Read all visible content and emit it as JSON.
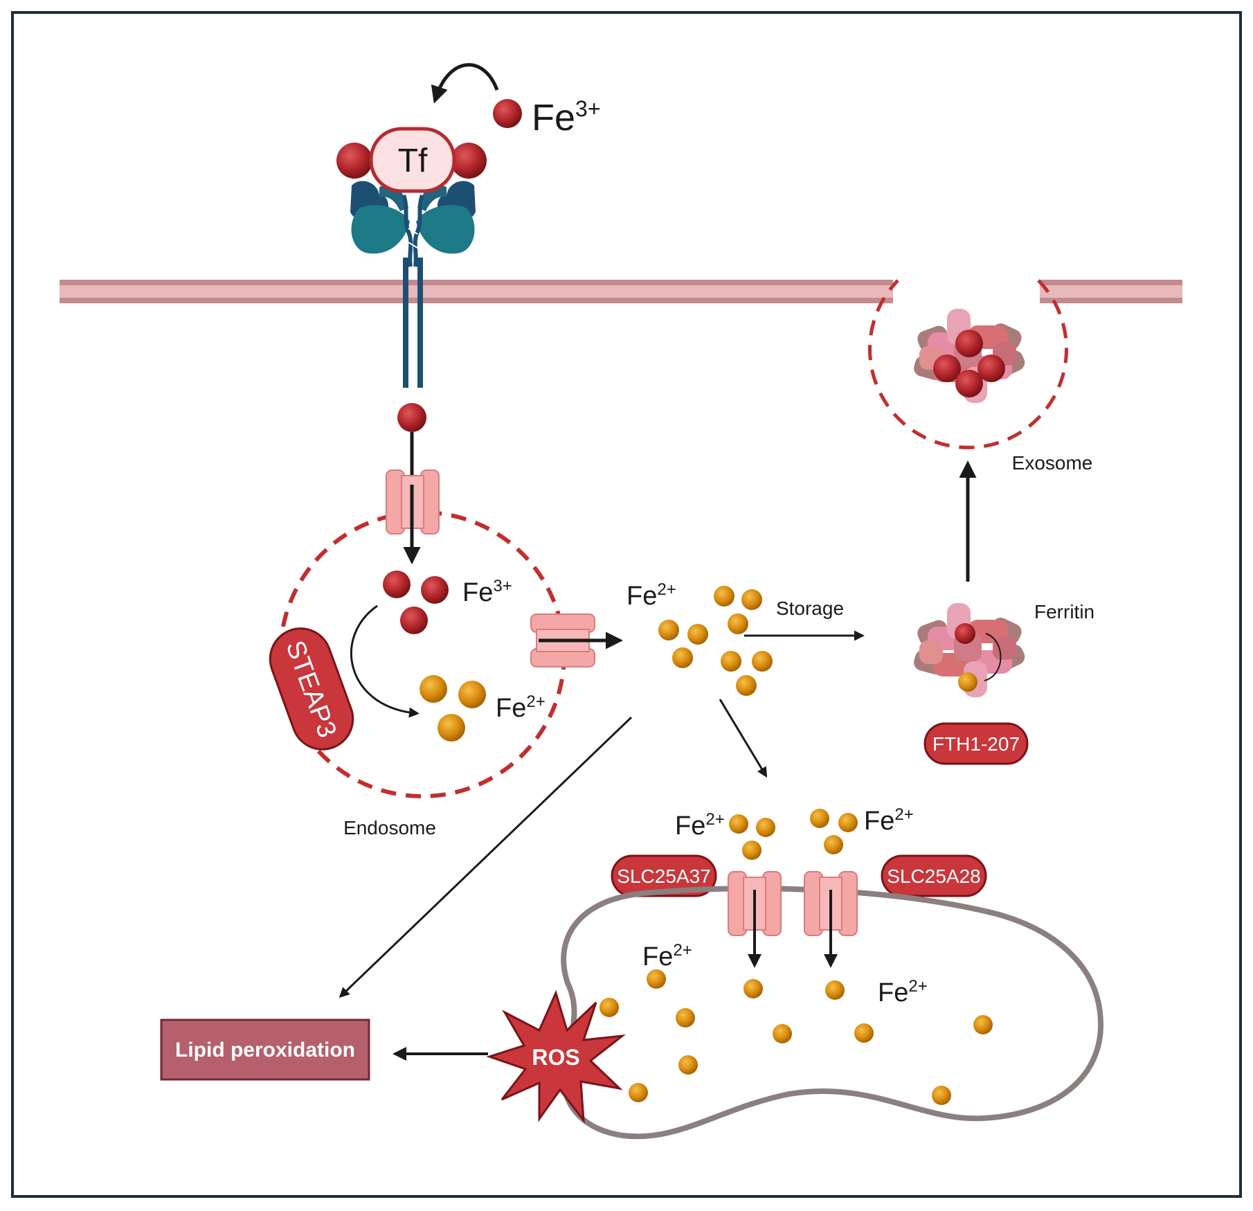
{
  "labels": {
    "fe3_top": {
      "base": "Fe",
      "sup": "3+"
    },
    "tf": "Tf",
    "fe3_endosome": {
      "base": "Fe",
      "sup": "3+"
    },
    "fe2_endosome": {
      "base": "Fe",
      "sup": "2+"
    },
    "steap3": "STEAP3",
    "endosome": "Endosome",
    "fe2_cytosol": {
      "base": "Fe",
      "sup": "2+"
    },
    "storage": "Storage",
    "ferritin": "Ferritin",
    "exosome": "Exosome",
    "fth1": "FTH1-207",
    "fe2_mito_left": {
      "base": "Fe",
      "sup": "2+"
    },
    "fe2_mito_right": {
      "base": "Fe",
      "sup": "2+"
    },
    "slc25a37": "SLC25A37",
    "slc25a28": "SLC25A28",
    "fe2_matrix_left": {
      "base": "Fe",
      "sup": "2+"
    },
    "fe2_matrix_right": {
      "base": "Fe",
      "sup": "2+"
    },
    "ros": "ROS",
    "lipid": "Lipid peroxidation"
  },
  "colors": {
    "fe3": "#b0262b",
    "fe2": "#d98c0e",
    "membrane": "#c98a8e",
    "channel": "#f4a7a7",
    "receptor_dark": "#1d4f73",
    "receptor_teal": "#1c7a86",
    "label_box": "#c9363b",
    "lipid_box": "#b5606c",
    "ros": "#c9363b",
    "mito_outline": "#8c7f7f",
    "dashed": "#c22e2e"
  }
}
